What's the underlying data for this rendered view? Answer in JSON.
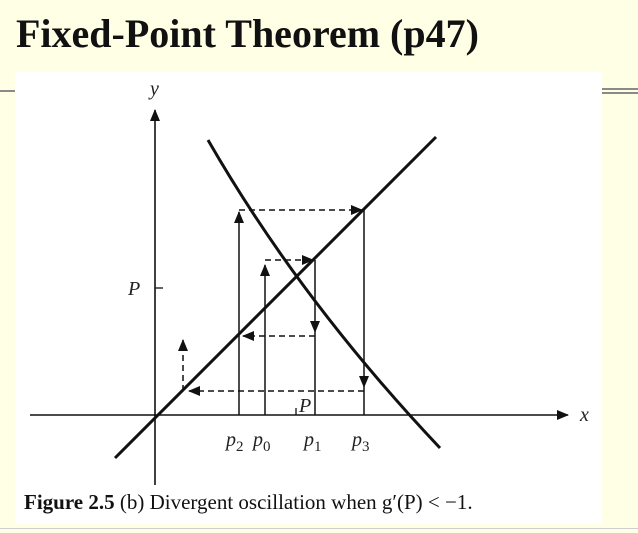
{
  "slide": {
    "title": "Fixed-Point Theorem (p47)"
  },
  "figure": {
    "axis_x_label": "x",
    "axis_y_label": "y",
    "y_tick_label": "P",
    "x_fixed_label": "P",
    "x_labels": [
      {
        "main": "p",
        "sub": "2"
      },
      {
        "main": "p",
        "sub": "0"
      },
      {
        "main": "p",
        "sub": "1"
      },
      {
        "main": "p",
        "sub": "3"
      }
    ],
    "caption_label": "Figure 2.5",
    "caption_text": "(b) Divergent oscillation when g′(P) < −1."
  },
  "colors": {
    "slide_background": "#ffffe5",
    "figure_background": "#ffffff",
    "ink": "#111111"
  }
}
